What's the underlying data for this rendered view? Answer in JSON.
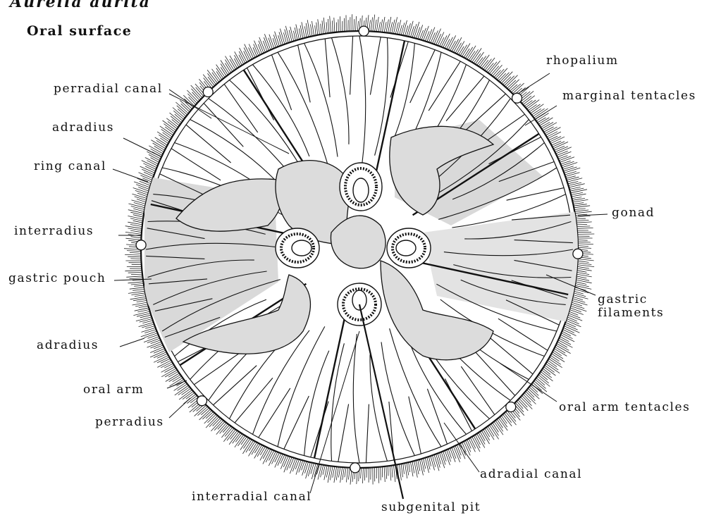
{
  "title": "Aurelia aurita",
  "subtitle": "Oral surface",
  "labels": {
    "rhopalium": "rhopalium",
    "marginal_tentacles": "marginal tentacles",
    "perradial_canal": "perradial canal",
    "adradius_top": "adradius",
    "ring_canal": "ring canal",
    "gonad": "gonad",
    "interradius": "interradius",
    "gastric_pouch": "gastric pouch",
    "gastric_filaments_1": "gastric",
    "gastric_filaments_2": "filaments",
    "adradius_bottom": "adradius",
    "oral_arm": "oral arm",
    "perradius": "perradius",
    "oral_arm_tentacles": "oral arm tentacles",
    "adradial_canal": "adradial canal",
    "interradial_canal": "interradial canal",
    "subgenital_pit": "subgenital pit"
  },
  "colors": {
    "ink": "#111111",
    "fill": "#d9d9d9",
    "paper": "#ffffff"
  }
}
